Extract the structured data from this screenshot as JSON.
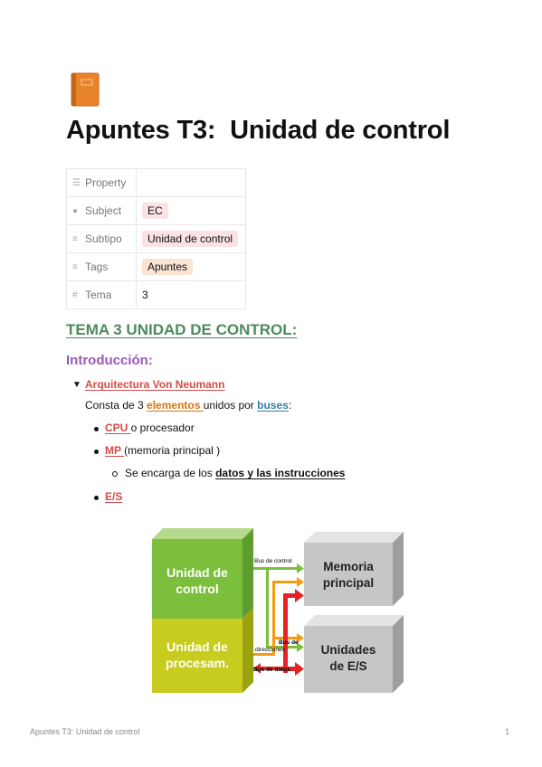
{
  "page": {
    "icon": "orange-book-icon",
    "title": "Apuntes T3:  Unidad de control"
  },
  "properties": {
    "header": "Property",
    "rows": [
      {
        "key": "Subject",
        "icon": "circle-icon",
        "value": "EC",
        "color": "#fbe2e4"
      },
      {
        "key": "Subtipo",
        "icon": "list-icon",
        "value": "Unidad de control",
        "color": "#fbe2e4"
      },
      {
        "key": "Tags",
        "icon": "list-icon",
        "value": "Apuntes",
        "color": "#fbe3d2"
      },
      {
        "key": "Tema",
        "icon": "hash-icon",
        "value": "3"
      }
    ]
  },
  "content": {
    "heading": "TEMA 3 UNIDAD DE CONTROL:",
    "subheading": "Introducción:",
    "toggle_title": "Arquitectura Von Neumann",
    "intro_1": "Consta de 3 ",
    "intro_elementos": "elementos ",
    "intro_2": "unidos por ",
    "intro_buses": "buses",
    "intro_3": ":",
    "item_cpu": "CPU ",
    "item_cpu_rest": "o procesador",
    "item_mp": "MP ",
    "item_mp_rest": "(memoria principal )",
    "sub_item_1": "Se encarga de los ",
    "sub_item_bold": "datos y las instrucciones",
    "item_es": "E/S"
  },
  "diagram": {
    "uc_line1": "Unidad de",
    "uc_line2": "control",
    "up_line1": "Unidad de",
    "up_line2": "procesam.",
    "mem_line1": "Memoria",
    "mem_line2": "principal",
    "io_line1": "Unidades",
    "io_line2": "de E/S",
    "bus_control": "Bus de control",
    "bus_dir_1": "Bus de",
    "bus_dir_2": "direcciones",
    "bus_datos": "Bus de datos"
  },
  "footer": {
    "left": "Apuntes T3: Unidad de control",
    "page_number": "1"
  }
}
